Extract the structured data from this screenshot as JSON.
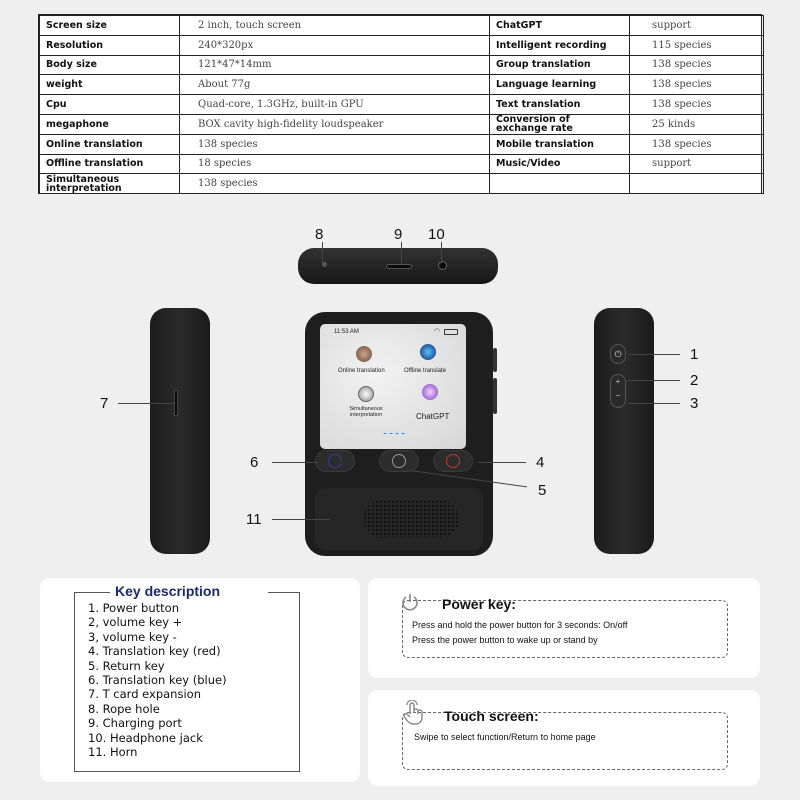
{
  "specs": [
    {
      "k1": "Screen size",
      "v1": "2 inch, touch screen",
      "k2": "ChatGPT",
      "v2": "support"
    },
    {
      "k1": "Resolution",
      "v1": "240*320px",
      "k2": "Intelligent recording",
      "v2": "115 species"
    },
    {
      "k1": "Body size",
      "v1": "121*47*14mm",
      "k2": "Group translation",
      "v2": "138 species"
    },
    {
      "k1": "weight",
      "v1": "About 77g",
      "k2": "Language learning",
      "v2": "138 species"
    },
    {
      "k1": "Cpu",
      "v1": "Quad-core, 1.3GHz, built-in GPU",
      "k2": "Text translation",
      "v2": "138 species"
    },
    {
      "k1": "megaphone",
      "v1": "BOX cavity high-fidelity loudspeaker",
      "k2": "Conversion of exchange rate",
      "v2": "25 kinds"
    },
    {
      "k1": "Online translation",
      "v1": "138 species",
      "k2": "Mobile translation",
      "v2": "138 species"
    },
    {
      "k1": "Offline translation",
      "v1": "18 species",
      "k2": "Music/Video",
      "v2": "support"
    },
    {
      "k1": "Simultaneous interpretation",
      "v1": "138 species",
      "k2": "",
      "v2": ""
    }
  ],
  "screen": {
    "time": "11:53 AM",
    "apps": [
      "Online translation",
      "Offline translate",
      "Simultaneous interpretation",
      "ChatGPT"
    ]
  },
  "callouts": {
    "n1": "1",
    "n2": "2",
    "n3": "3",
    "n4": "4",
    "n5": "5",
    "n6": "6",
    "n7": "7",
    "n8": "8",
    "n9": "9",
    "n10": "10",
    "n11": "11"
  },
  "key_description": {
    "title": "Key description",
    "items": [
      "1. Power button",
      "2, volume key +",
      "3, volume key -",
      "4. Translation key (red)",
      "5. Return key",
      "6. Translation key (blue)",
      "7. T card expansion",
      "8. Rope hole",
      "9. Charging port",
      "10. Headphone jack",
      "11. Horn"
    ]
  },
  "power_key": {
    "title": "Power key:",
    "line1": "Press and hold the power button for 3 seconds: On/off",
    "line2": "Press the power button to wake up or stand by",
    "icon": "power-icon"
  },
  "touch_screen": {
    "title": "Touch screen:",
    "line1": "Swipe to select function/Return to home page",
    "icon": "hand-tap-icon"
  },
  "colors": {
    "title_blue": "#1a2a6c",
    "translate_red": "#c0392b",
    "translate_blue": "#2c3e91"
  }
}
